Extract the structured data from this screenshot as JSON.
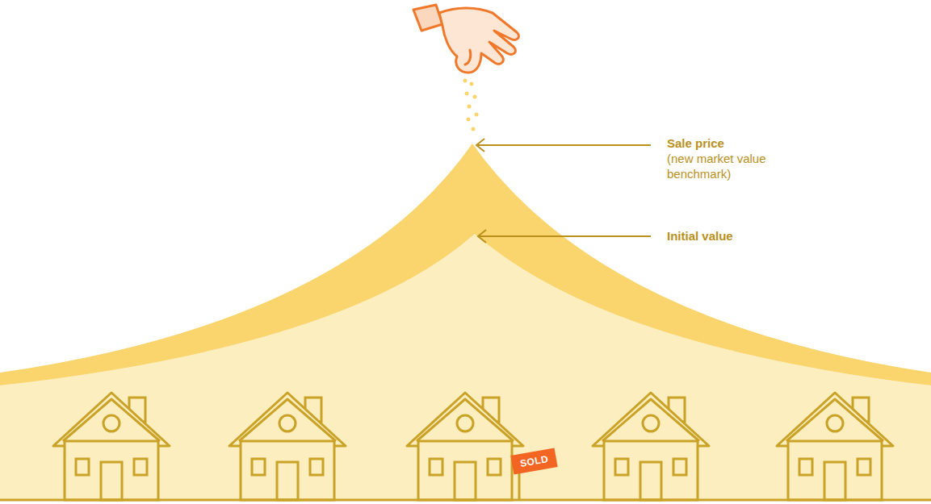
{
  "diagram": {
    "nodes": [
      {
        "text": [
          "SOLD"
        ]
      }
    ],
    "labels": [
      "Sale price",
      "(new market value benchmark)",
      "Initial value"
    ]
  }
}
